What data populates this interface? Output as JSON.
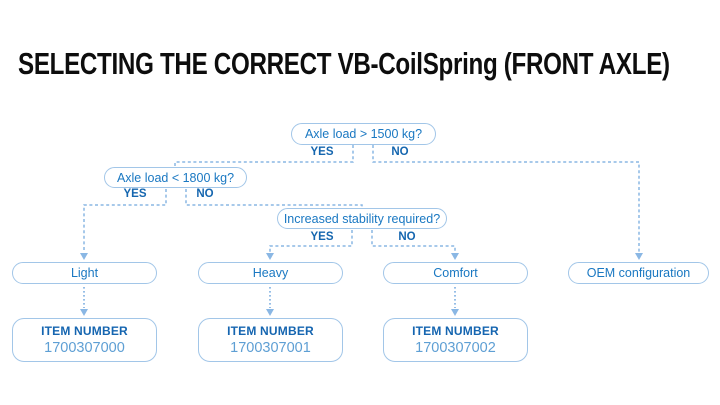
{
  "title": "SELECTING THE CORRECT VB-CoilSpring (FRONT AXLE)",
  "colors": {
    "background": "#ffffff",
    "title_text": "#0d0d0d",
    "question_text": "#1a78c2",
    "yes_no_text": "#1566af",
    "box_border": "#a2c6e8",
    "connector": "#8ab7e4",
    "item_label_text": "#1565b0",
    "item_number_text": "#5e9fd4"
  },
  "flowchart": {
    "decisions": [
      {
        "question": "Axle load > 1500 kg?",
        "yes_label": "YES",
        "no_label": "NO"
      },
      {
        "question": "Axle load < 1800 kg?",
        "yes_label": "YES",
        "no_label": "NO"
      },
      {
        "question": "Increased stability required?",
        "yes_label": "YES",
        "no_label": "NO"
      }
    ],
    "outcomes": [
      {
        "label": "Light",
        "item_label": "ITEM NUMBER",
        "item_number": "1700307000"
      },
      {
        "label": "Heavy",
        "item_label": "ITEM NUMBER",
        "item_number": "1700307001"
      },
      {
        "label": "Comfort",
        "item_label": "ITEM NUMBER",
        "item_number": "1700307002"
      },
      {
        "label": "OEM configuration"
      }
    ]
  }
}
